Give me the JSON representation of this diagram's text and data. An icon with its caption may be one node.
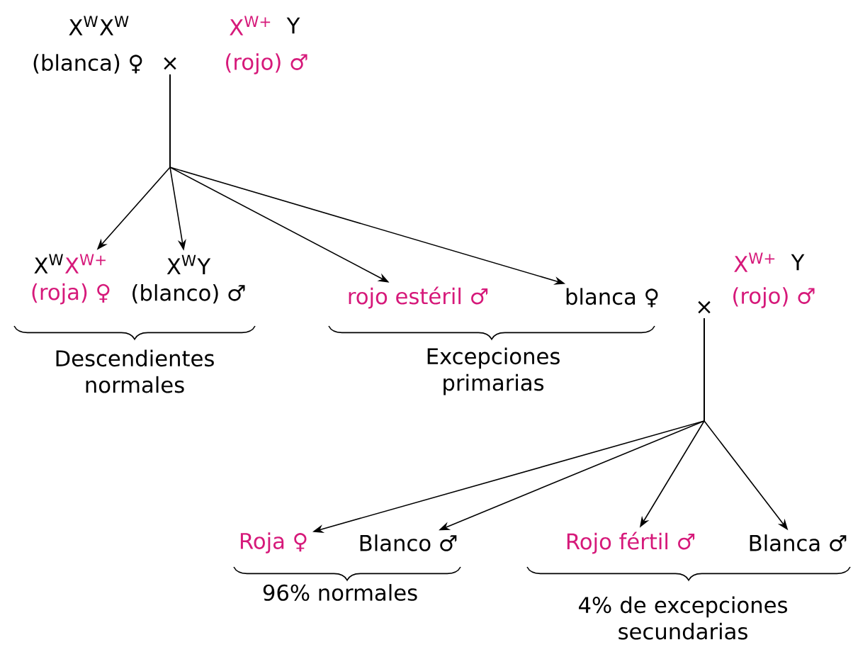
{
  "diagram": {
    "nodes": [
      {
        "text": [
          "×"
        ]
      },
      {
        "text": [
          "X$^{W}$",
          "X$^{W+}$",
          "(roja) ♀"
        ]
      },
      {
        "text": [
          "X$^{W}$Y",
          "(blanco) ♂"
        ]
      },
      {
        "text": [
          "rojo estéril ♂"
        ]
      },
      {
        "text": [
          "blanca ♀"
        ]
      },
      {
        "text": [
          "×"
        ]
      },
      {
        "text": [
          "Roja ♀"
        ]
      },
      {
        "text": [
          "Blanco ♂"
        ]
      },
      {
        "text": [
          "Rojo fértil ♂"
        ]
      },
      {
        "text": [
          "Blanca ♂"
        ]
      }
    ],
    "edges": [
      {
        "from": 0,
        "to": 1,
        "arrow": "to"
      },
      {
        "from": 0,
        "to": 2,
        "arrow": "to"
      },
      {
        "from": 0,
        "to": 3,
        "arrow": "to"
      },
      {
        "from": 0,
        "to": 4,
        "arrow": "to"
      },
      {
        "from": 5,
        "to": 6,
        "arrow": "to"
      },
      {
        "from": 5,
        "to": 7,
        "arrow": "to"
      },
      {
        "from": 5,
        "to": 8,
        "arrow": "to"
      },
      {
        "from": 5,
        "to": 9,
        "arrow": "to"
      }
    ],
    "labels": [
      "X$^{W}$X$^{W}$",
      "X$^{W+}$",
      "Y",
      "(blanca) ♀",
      "(rojo) ♂",
      "Descendientes normales",
      "Excepciones primarias",
      "X$^{W+}$",
      "Y",
      "(rojo) ♂",
      "96% normales",
      "4% de excepciones secundarias"
    ]
  }
}
